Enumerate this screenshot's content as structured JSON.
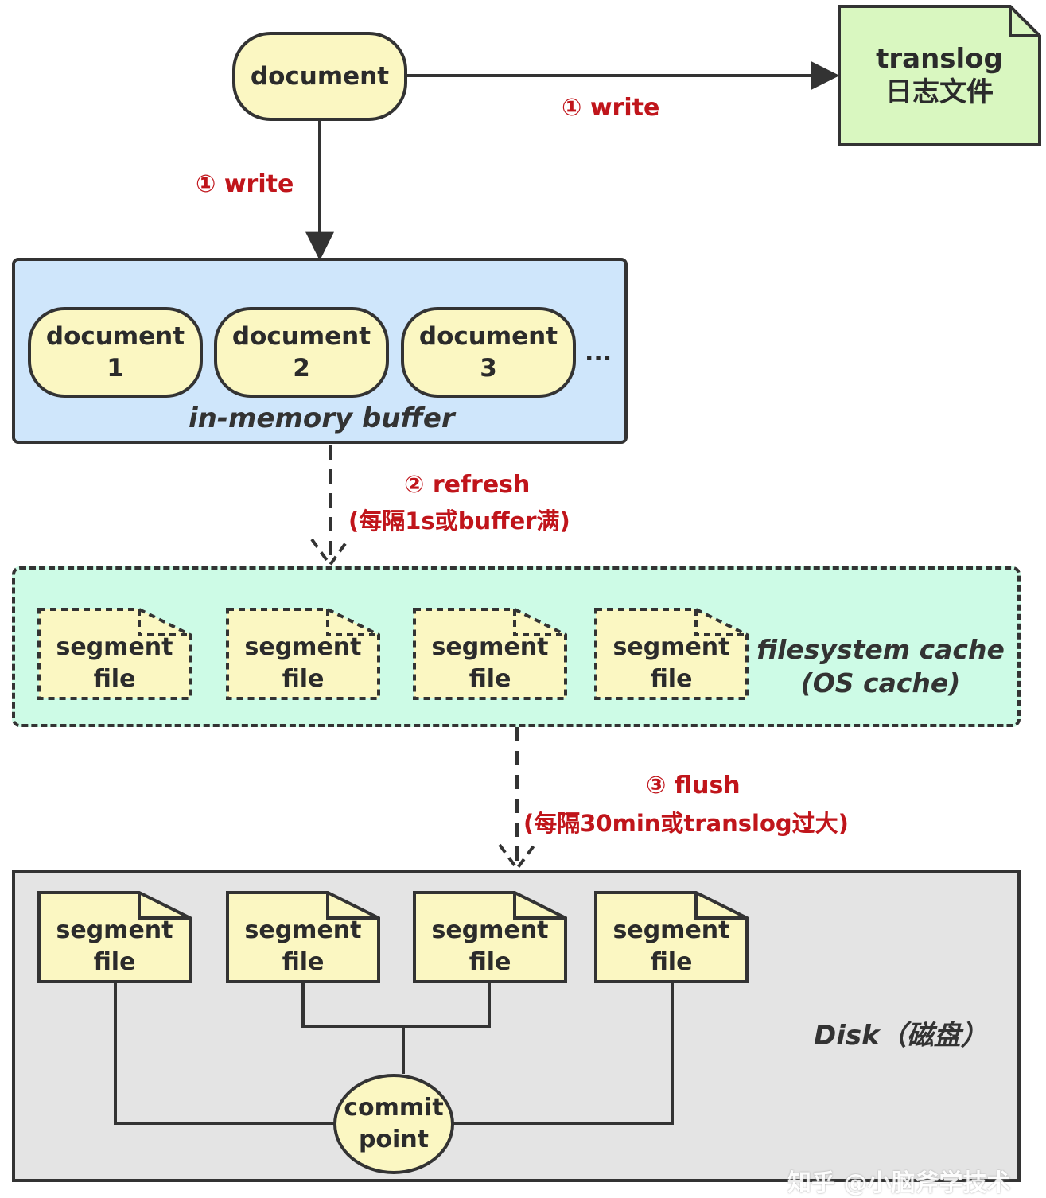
{
  "top_document": {
    "label": "document"
  },
  "translog": {
    "line1": "translog",
    "line2": "日志文件"
  },
  "arrows": {
    "write_right": "① write",
    "write_down": "① write",
    "refresh_line1": "② refresh",
    "refresh_line2": "(每隔1s或buffer满)",
    "flush_line1": "③ flush",
    "flush_line2": "(每隔30min或translog过大)"
  },
  "buffer": {
    "title": "in-memory buffer",
    "ellipsis": "...",
    "documents": [
      {
        "line1": "document",
        "line2": "1"
      },
      {
        "line1": "document",
        "line2": "2"
      },
      {
        "line1": "document",
        "line2": "3"
      }
    ]
  },
  "cache": {
    "title_line1": "filesystem cache",
    "title_line2": "(OS cache)",
    "segments": [
      {
        "line1": "segment",
        "line2": "file"
      },
      {
        "line1": "segment",
        "line2": "file"
      },
      {
        "line1": "segment",
        "line2": "file"
      },
      {
        "line1": "segment",
        "line2": "file"
      }
    ]
  },
  "disk": {
    "title": "Disk（磁盘）",
    "commit_line1": "commit",
    "commit_line2": "point",
    "segments": [
      {
        "line1": "segment",
        "line2": "file"
      },
      {
        "line1": "segment",
        "line2": "file"
      },
      {
        "line1": "segment",
        "line2": "file"
      },
      {
        "line1": "segment",
        "line2": "file"
      }
    ]
  },
  "watermark": "知乎 @小脑斧学技术",
  "colors": {
    "document_fill": "#fbf7c2",
    "translog_fill": "#d9f7c0",
    "buffer_fill": "#cfe6fb",
    "cache_fill": "#cdfbe6",
    "disk_fill": "#e4e4e4",
    "annotation_red": "#c0151b",
    "stroke": "#333333"
  }
}
